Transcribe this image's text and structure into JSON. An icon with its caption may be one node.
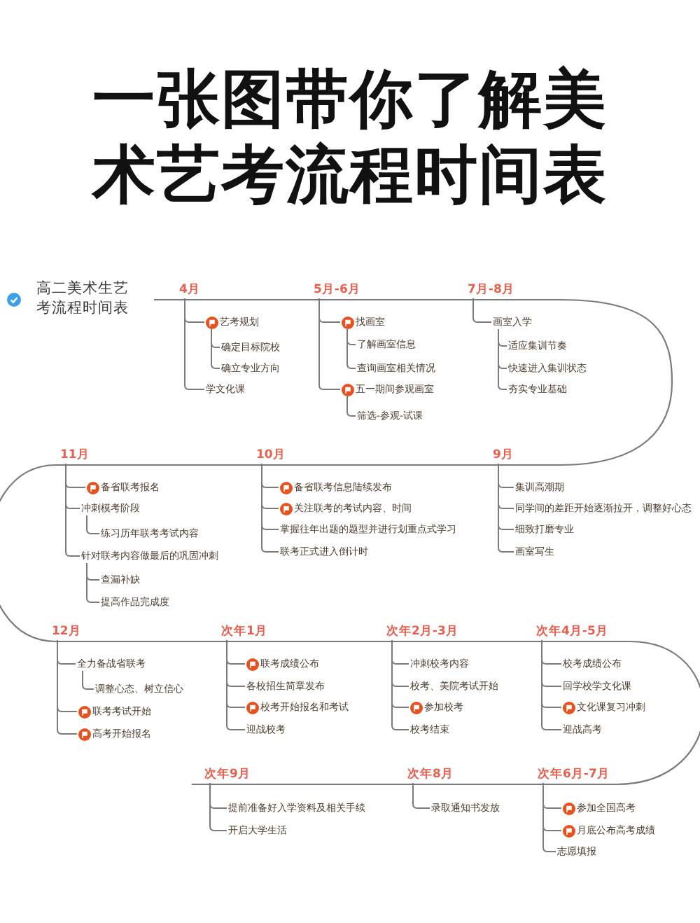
{
  "diagram": {
    "title": "一张图带你了解美术艺考流程时间表",
    "nodes": [
      {
        "text": [
          "4月"
        ]
      },
      {
        "text": [
          "艺考规划"
        ]
      },
      {
        "text": [
          "确定目标院校"
        ]
      },
      {
        "text": [
          "确立专业方向"
        ]
      },
      {
        "text": [
          "学文化课"
        ]
      },
      {
        "text": [
          "5月-6月"
        ]
      },
      {
        "text": [
          "找画室"
        ]
      },
      {
        "text": [
          "了解画室信息"
        ]
      },
      {
        "text": [
          "查询画室相关情况"
        ]
      },
      {
        "text": [
          "五一期间参观画室"
        ]
      },
      {
        "text": [
          "筛选-参观-试课"
        ]
      },
      {
        "text": [
          "7月-8月"
        ]
      },
      {
        "text": [
          "画室入学"
        ]
      },
      {
        "text": [
          "适应集训节奏"
        ]
      },
      {
        "text": [
          "快速进入集训状态"
        ]
      },
      {
        "text": [
          "夯实专业基础"
        ]
      },
      {
        "text": [
          "11月"
        ]
      },
      {
        "text": [
          "备省联考报名"
        ]
      },
      {
        "text": [
          "冲刺模考阶段"
        ]
      },
      {
        "text": [
          "练习历年联考考试内容"
        ]
      },
      {
        "text": [
          "针对联考内容做最后的巩固冲刺"
        ]
      },
      {
        "text": [
          "查漏补缺"
        ]
      },
      {
        "text": [
          "提高作品完成度"
        ]
      },
      {
        "text": [
          "10月"
        ]
      },
      {
        "text": [
          "备省联考信息陆续发布"
        ]
      },
      {
        "text": [
          "关注联考的考试内容、时间"
        ]
      },
      {
        "text": [
          "掌握往年出题的题型并进行划重点式学习"
        ]
      },
      {
        "text": [
          "联考正式进入倒计时"
        ]
      },
      {
        "text": [
          "9月"
        ]
      },
      {
        "text": [
          "集训高潮期"
        ]
      },
      {
        "text": [
          "同学间的差距开始逐渐拉开，调整好心态"
        ]
      },
      {
        "text": [
          "细致打磨专业"
        ]
      },
      {
        "text": [
          "画室写生"
        ]
      },
      {
        "text": [
          "12月"
        ]
      },
      {
        "text": [
          "全力备战省联考"
        ]
      },
      {
        "text": [
          "调整心态、树立信心"
        ]
      },
      {
        "text": [
          "联考考试开始"
        ]
      },
      {
        "text": [
          "高考开始报名"
        ]
      },
      {
        "text": [
          "次年1月"
        ]
      },
      {
        "text": [
          "联考成绩公布"
        ]
      },
      {
        "text": [
          "各校招生简章发布"
        ]
      },
      {
        "text": [
          "校考开始报名和考试"
        ]
      },
      {
        "text": [
          "迎战校考"
        ]
      },
      {
        "text": [
          "次年2月-3月"
        ]
      },
      {
        "text": [
          "冲刺校考内容"
        ]
      },
      {
        "text": [
          "校考、美院考试开始"
        ]
      },
      {
        "text": [
          "参加校考"
        ]
      },
      {
        "text": [
          "校考结束"
        ]
      },
      {
        "text": [
          "次年4月-5月"
        ]
      },
      {
        "text": [
          "校考成绩公布"
        ]
      },
      {
        "text": [
          "回学校学文化课"
        ]
      },
      {
        "text": [
          "文化课复习冲刺"
        ]
      },
      {
        "text": [
          "迎战高考"
        ]
      },
      {
        "text": [
          "次年9月"
        ]
      },
      {
        "text": [
          "提前准备好入学资料及相关手续"
        ]
      },
      {
        "text": [
          "开启大学生活"
        ]
      },
      {
        "text": [
          "次年8月"
        ]
      },
      {
        "text": [
          "录取通知书发放"
        ]
      },
      {
        "text": [
          "次年6月-7月"
        ]
      },
      {
        "text": [
          "参加全国高考"
        ]
      },
      {
        "text": [
          "月底公布高考成绩"
        ]
      },
      {
        "text": [
          "志愿填报"
        ]
      }
    ],
    "edges": [
      {
        "from": 0,
        "to": 1,
        "arrow": "none"
      },
      {
        "from": 0,
        "to": 4,
        "arrow": "none"
      },
      {
        "from": 1,
        "to": 2,
        "arrow": "none"
      },
      {
        "from": 1,
        "to": 3,
        "arrow": "none"
      },
      {
        "from": 5,
        "to": 6,
        "arrow": "none"
      },
      {
        "from": 5,
        "to": 9,
        "arrow": "none"
      },
      {
        "from": 6,
        "to": 7,
        "arrow": "none"
      },
      {
        "from": 6,
        "to": 8,
        "arrow": "none"
      },
      {
        "from": 9,
        "to": 10,
        "arrow": "none"
      },
      {
        "from": 11,
        "to": 12,
        "arrow": "none"
      },
      {
        "from": 12,
        "to": 13,
        "arrow": "none"
      },
      {
        "from": 12,
        "to": 14,
        "arrow": "none"
      },
      {
        "from": 12,
        "to": 15,
        "arrow": "none"
      },
      {
        "from": 16,
        "to": 17,
        "arrow": "none"
      },
      {
        "from": 16,
        "to": 18,
        "arrow": "none"
      },
      {
        "from": 16,
        "to": 20,
        "arrow": "none"
      },
      {
        "from": 18,
        "to": 19,
        "arrow": "none"
      },
      {
        "from": 20,
        "to": 21,
        "arrow": "none"
      },
      {
        "from": 20,
        "to": 22,
        "arrow": "none"
      },
      {
        "from": 23,
        "to": 24,
        "arrow": "none"
      },
      {
        "from": 23,
        "to": 25,
        "arrow": "none"
      },
      {
        "from": 23,
        "to": 26,
        "arrow": "none"
      },
      {
        "from": 23,
        "to": 27,
        "arrow": "none"
      },
      {
        "from": 28,
        "to": 29,
        "arrow": "none"
      },
      {
        "from": 28,
        "to": 30,
        "arrow": "none"
      },
      {
        "from": 28,
        "to": 31,
        "arrow": "none"
      },
      {
        "from": 28,
        "to": 32,
        "arrow": "none"
      },
      {
        "from": 33,
        "to": 34,
        "arrow": "none"
      },
      {
        "from": 33,
        "to": 36,
        "arrow": "none"
      },
      {
        "from": 33,
        "to": 37,
        "arrow": "none"
      },
      {
        "from": 34,
        "to": 35,
        "arrow": "none"
      },
      {
        "from": 38,
        "to": 39,
        "arrow": "none"
      },
      {
        "from": 38,
        "to": 40,
        "arrow": "none"
      },
      {
        "from": 38,
        "to": 41,
        "arrow": "none"
      },
      {
        "from": 38,
        "to": 42,
        "arrow": "none"
      },
      {
        "from": 43,
        "to": 44,
        "arrow": "none"
      },
      {
        "from": 43,
        "to": 45,
        "arrow": "none"
      },
      {
        "from": 43,
        "to": 46,
        "arrow": "none"
      },
      {
        "from": 43,
        "to": 47,
        "arrow": "none"
      },
      {
        "from": 48,
        "to": 49,
        "arrow": "none"
      },
      {
        "from": 48,
        "to": 50,
        "arrow": "none"
      },
      {
        "from": 48,
        "to": 51,
        "arrow": "none"
      },
      {
        "from": 48,
        "to": 52,
        "arrow": "none"
      },
      {
        "from": 53,
        "to": 54,
        "arrow": "none"
      },
      {
        "from": 53,
        "to": 55,
        "arrow": "none"
      },
      {
        "from": 56,
        "to": 57,
        "arrow": "none"
      },
      {
        "from": 58,
        "to": 59,
        "arrow": "none"
      },
      {
        "from": 58,
        "to": 60,
        "arrow": "none"
      },
      {
        "from": 58,
        "to": 61,
        "arrow": "none"
      }
    ],
    "labels": [
      "高二美术生艺考流程时间表"
    ]
  }
}
